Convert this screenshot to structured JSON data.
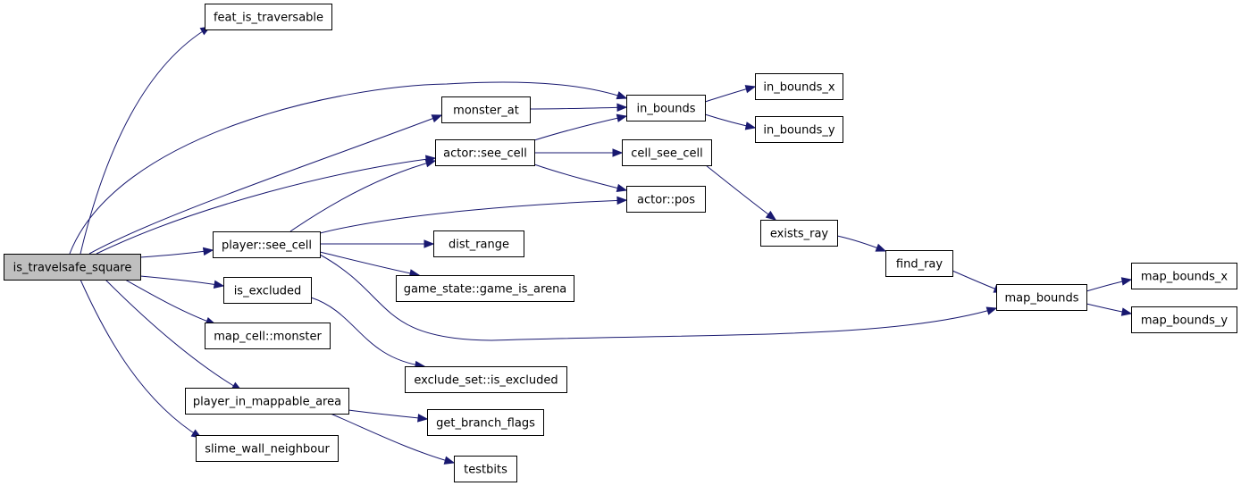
{
  "colors": {
    "edge": "#191970",
    "root_fill": "#bfbfbf",
    "node_fill": "#ffffff",
    "border": "#000000"
  },
  "nodes": [
    {
      "id": "is_travelsafe_square",
      "label": "is_travelsafe_square",
      "root": true
    },
    {
      "id": "feat_is_traversable",
      "label": "feat_is_traversable"
    },
    {
      "id": "monster_at",
      "label": "monster_at"
    },
    {
      "id": "in_bounds",
      "label": "in_bounds"
    },
    {
      "id": "in_bounds_x",
      "label": "in_bounds_x"
    },
    {
      "id": "in_bounds_y",
      "label": "in_bounds_y"
    },
    {
      "id": "actor_see_cell",
      "label": "actor::see_cell"
    },
    {
      "id": "cell_see_cell",
      "label": "cell_see_cell"
    },
    {
      "id": "actor_pos",
      "label": "actor::pos"
    },
    {
      "id": "exists_ray",
      "label": "exists_ray"
    },
    {
      "id": "player_see_cell",
      "label": "player::see_cell"
    },
    {
      "id": "dist_range",
      "label": "dist_range"
    },
    {
      "id": "game_is_arena",
      "label": "game_state::game_is_arena"
    },
    {
      "id": "find_ray",
      "label": "find_ray"
    },
    {
      "id": "map_bounds",
      "label": "map_bounds"
    },
    {
      "id": "map_bounds_x",
      "label": "map_bounds_x"
    },
    {
      "id": "map_bounds_y",
      "label": "map_bounds_y"
    },
    {
      "id": "is_excluded",
      "label": "is_excluded"
    },
    {
      "id": "map_cell_monster",
      "label": "map_cell::monster"
    },
    {
      "id": "exclude_set_is_excluded",
      "label": "exclude_set::is_excluded"
    },
    {
      "id": "player_in_mappable_area",
      "label": "player_in_mappable_area"
    },
    {
      "id": "get_branch_flags",
      "label": "get_branch_flags"
    },
    {
      "id": "slime_wall_neighbour",
      "label": "slime_wall_neighbour"
    },
    {
      "id": "testbits",
      "label": "testbits"
    }
  ],
  "edges": [
    {
      "from": "is_travelsafe_square",
      "to": "feat_is_traversable"
    },
    {
      "from": "is_travelsafe_square",
      "to": "in_bounds"
    },
    {
      "from": "is_travelsafe_square",
      "to": "monster_at"
    },
    {
      "from": "is_travelsafe_square",
      "to": "actor_see_cell"
    },
    {
      "from": "is_travelsafe_square",
      "to": "player_see_cell"
    },
    {
      "from": "is_travelsafe_square",
      "to": "is_excluded"
    },
    {
      "from": "is_travelsafe_square",
      "to": "map_cell_monster"
    },
    {
      "from": "is_travelsafe_square",
      "to": "player_in_mappable_area"
    },
    {
      "from": "is_travelsafe_square",
      "to": "slime_wall_neighbour"
    },
    {
      "from": "monster_at",
      "to": "in_bounds"
    },
    {
      "from": "in_bounds",
      "to": "in_bounds_x"
    },
    {
      "from": "in_bounds",
      "to": "in_bounds_y"
    },
    {
      "from": "actor_see_cell",
      "to": "in_bounds"
    },
    {
      "from": "actor_see_cell",
      "to": "cell_see_cell"
    },
    {
      "from": "actor_see_cell",
      "to": "actor_pos"
    },
    {
      "from": "cell_see_cell",
      "to": "exists_ray"
    },
    {
      "from": "exists_ray",
      "to": "find_ray"
    },
    {
      "from": "find_ray",
      "to": "map_bounds"
    },
    {
      "from": "map_bounds",
      "to": "map_bounds_x"
    },
    {
      "from": "map_bounds",
      "to": "map_bounds_y"
    },
    {
      "from": "player_see_cell",
      "to": "actor_see_cell"
    },
    {
      "from": "player_see_cell",
      "to": "actor_pos"
    },
    {
      "from": "player_see_cell",
      "to": "dist_range"
    },
    {
      "from": "player_see_cell",
      "to": "game_is_arena"
    },
    {
      "from": "player_see_cell",
      "to": "map_bounds"
    },
    {
      "from": "is_excluded",
      "to": "exclude_set_is_excluded"
    },
    {
      "from": "player_in_mappable_area",
      "to": "get_branch_flags"
    },
    {
      "from": "player_in_mappable_area",
      "to": "testbits"
    }
  ]
}
